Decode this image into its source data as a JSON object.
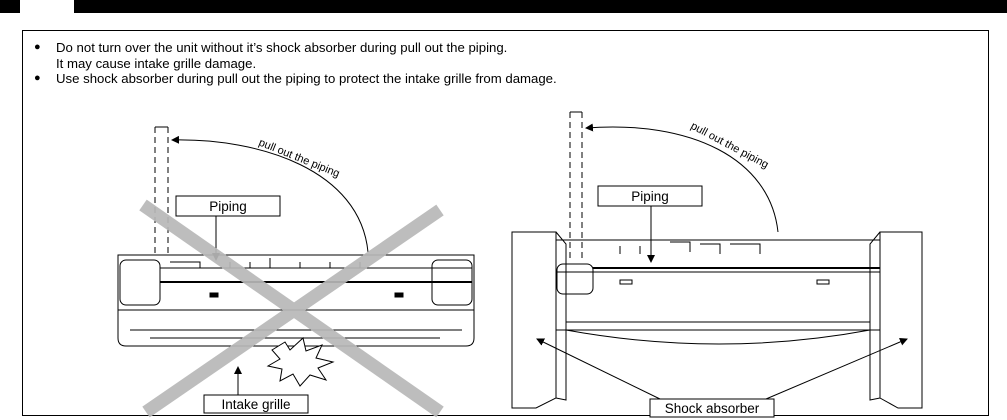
{
  "notes": [
    {
      "line1": "Do not turn over the unit without it’s shock absorber during pull out the piping.",
      "line2": "It may cause intake grille damage."
    },
    {
      "line1": "Use shock absorber during pull out the piping to protect the intake grille from damage."
    }
  ],
  "figure_left": {
    "arc_text": "pull out the piping",
    "piping_label": "Piping",
    "grille_label": "Intake grille"
  },
  "figure_right": {
    "arc_text": "pull out the piping",
    "piping_label": "Piping",
    "absorber_label": "Shock absorber"
  },
  "colors": {
    "cross": "#b8b8b8",
    "frame": "#000000"
  }
}
